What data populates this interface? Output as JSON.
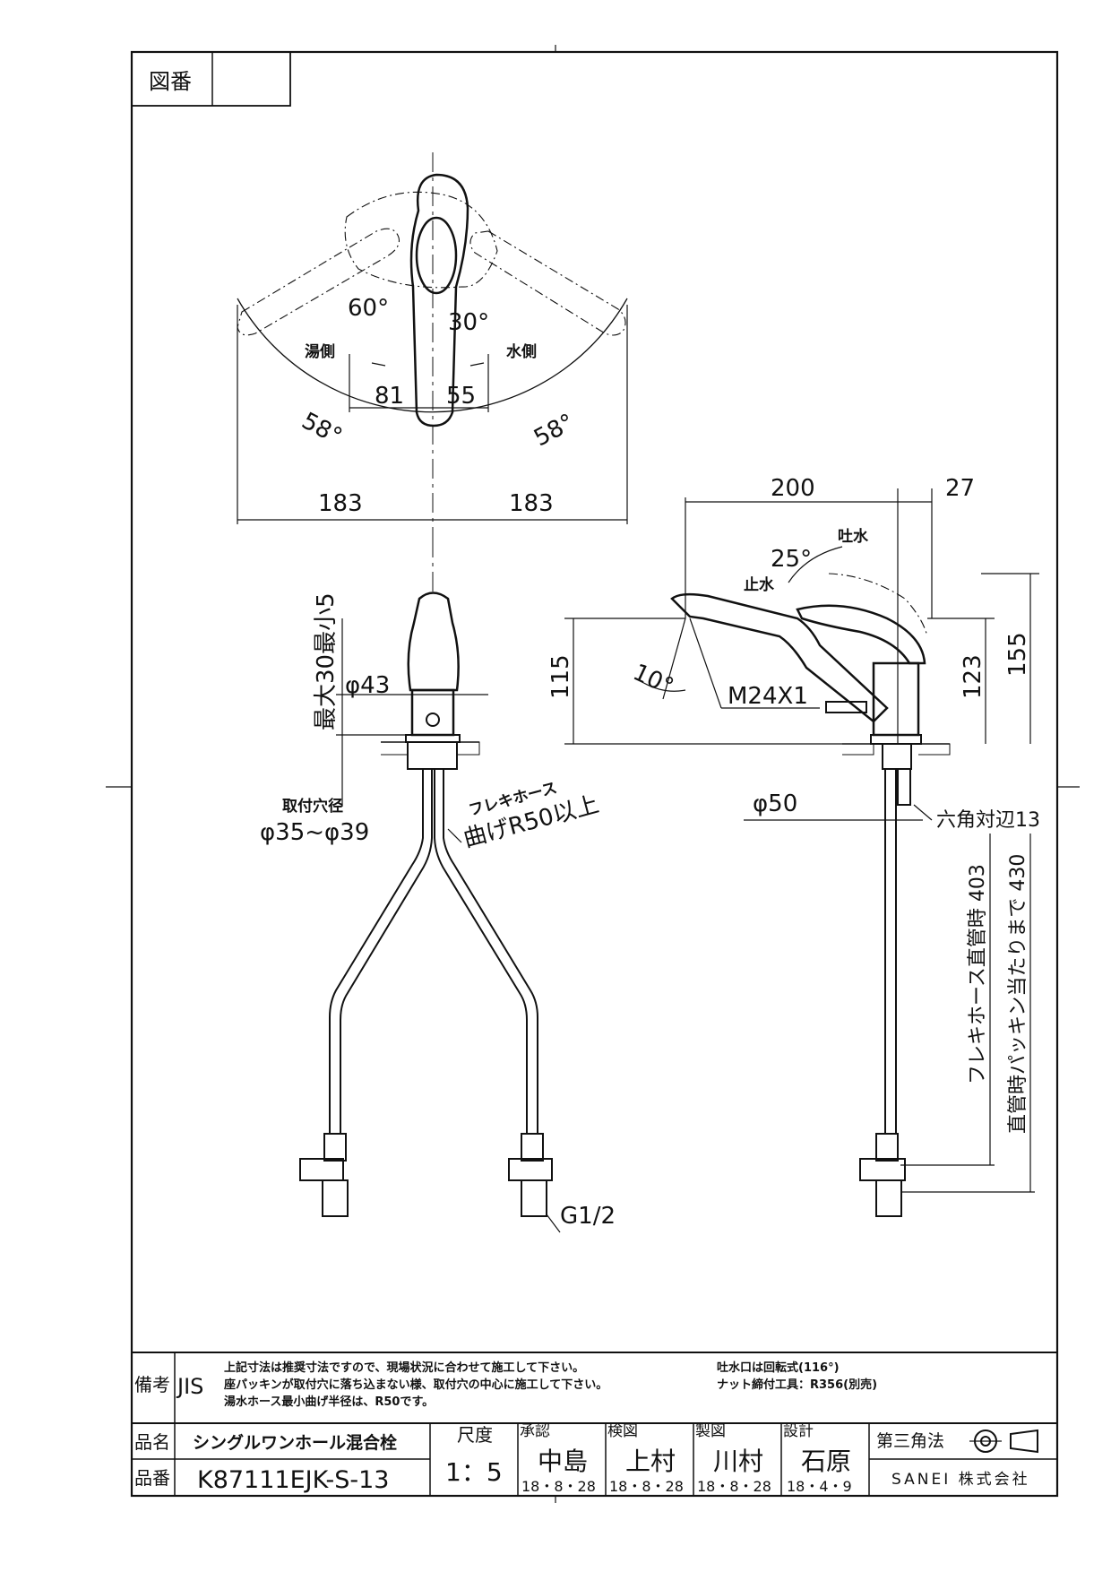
{
  "header": {
    "zuban_label": "図番",
    "zuban_value": ""
  },
  "top_view": {
    "hot_side": "湯側",
    "cold_side": "水側",
    "angle_hot": "60°",
    "angle_cold": "30°",
    "dim_hot": "81",
    "dim_cold": "55",
    "arc_left": "58°",
    "arc_right": "58°",
    "width_left": "183",
    "width_right": "183"
  },
  "front_view": {
    "height_dim": "最大30最小5",
    "dia": "φ43",
    "hole_label": "取付穴径",
    "hole_dim": "φ35~φ39",
    "hose_label": "フレキホース",
    "hose_bend": "曲げR50以上",
    "thread": "G1/2"
  },
  "side_view": {
    "dim_200": "200",
    "dim_27": "27",
    "angle_25": "25°",
    "spout_label": "吐水",
    "stop_label": "止水",
    "angle_10": "10°",
    "thread": "M24X1",
    "dim_115": "115",
    "dim_123": "123",
    "dim_155": "155",
    "dia_50": "φ50",
    "hex": "六角対辺13",
    "hose_len": "フレキホース直管時 403",
    "packing_len": "直管時パッキン当たりまで 430"
  },
  "notes": {
    "label": "備考",
    "jis": "JIS",
    "lines": [
      "上記寸法は推奨寸法ですので、現場状況に合わせて施工して下さい。",
      "座パッキンが取付穴に落ち込まない様、取付穴の中心に施工して下さい。",
      "湯水ホース最小曲げ半径は、R50です。"
    ],
    "right_lines": [
      "吐水口は回転式(116°)",
      "ナット締付工具：R356(別売)"
    ]
  },
  "title_block": {
    "name_label": "品名",
    "name_value": "シングルワンホール混合栓",
    "code_label": "品番",
    "code_value": "K87111EJK-S-13",
    "scale_label": "尺度",
    "scale_value": "1：5",
    "approve_label": "承認",
    "approve_name": "中島",
    "approve_date": "18・8・28",
    "check_label": "検図",
    "check_name": "上村",
    "check_date": "18・8・28",
    "draw_label": "製図",
    "draw_name": "川村",
    "draw_date": "18・8・28",
    "design_label": "設計",
    "design_name": "石原",
    "design_date": "18・4・9",
    "projection": "第三角法",
    "company": "SANEI 株式会社"
  }
}
